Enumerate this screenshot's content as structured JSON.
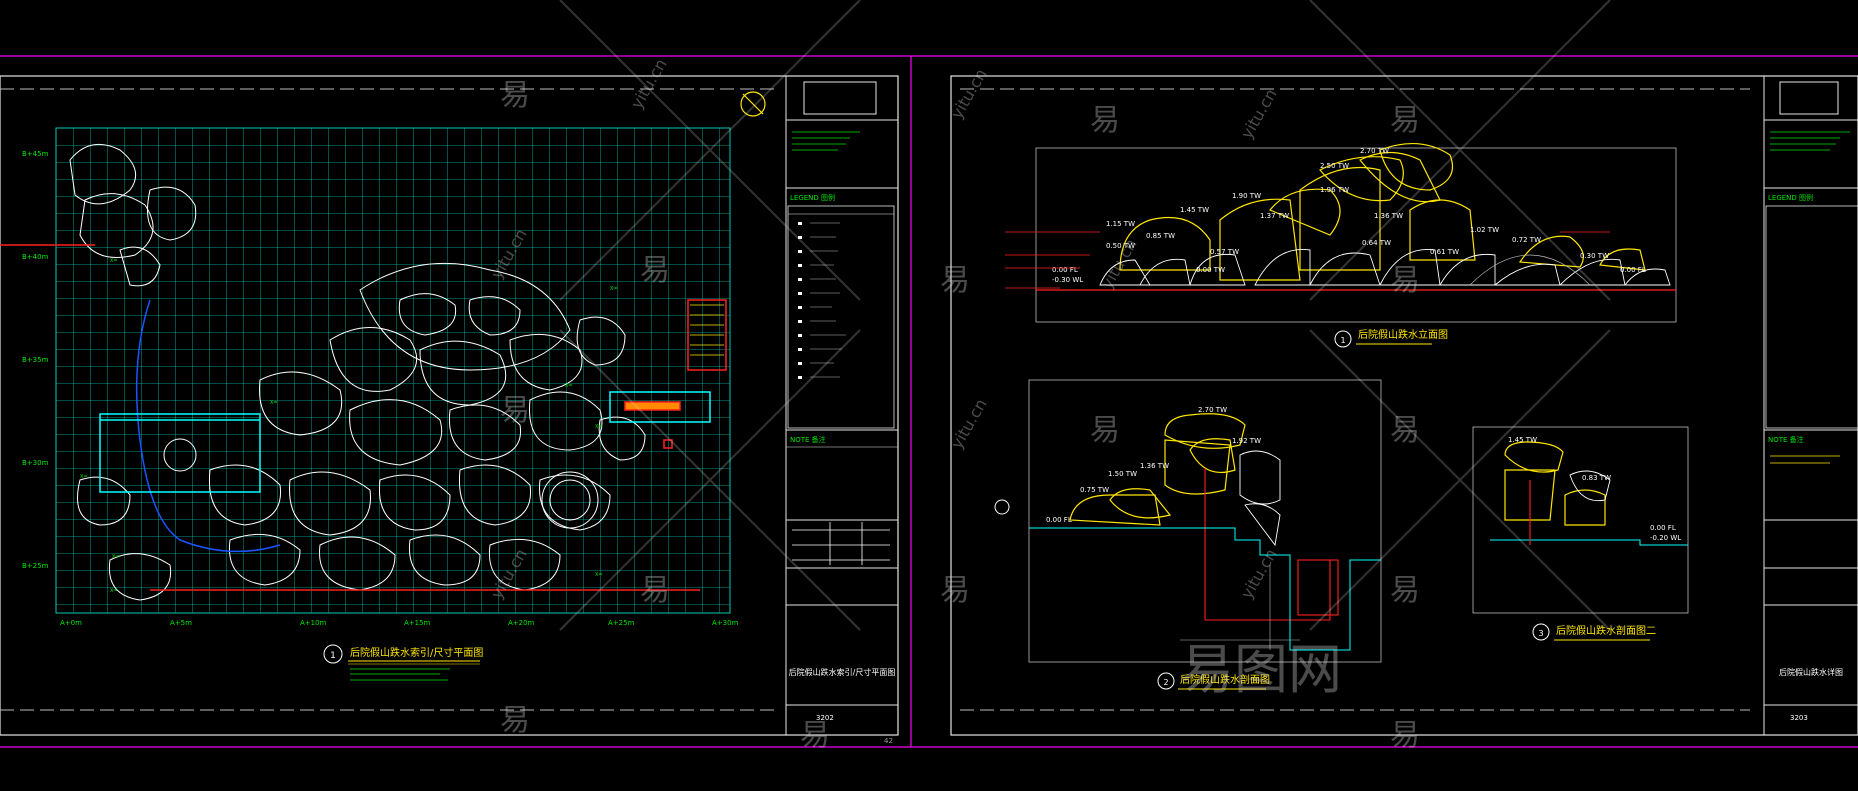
{
  "colors": {
    "background": "#000000",
    "sheet_border": "#c800c8",
    "frame": "#e6e6e6",
    "grid": "#00c8b4",
    "label_green": "#00e600",
    "label_yellow": "#ffe600",
    "rock_outline": "#ffffff",
    "water": "#0050ff",
    "pipe_red": "#ff2020",
    "cyan": "#00ffff"
  },
  "left_sheet": {
    "grid_y_labels": [
      "B+45m",
      "B+40m",
      "B+35m",
      "B+30m",
      "B+25m"
    ],
    "grid_x_labels": [
      "A+0m",
      "A+5m",
      "A+10m",
      "A+15m",
      "A+20m",
      "A+25m",
      "A+30m"
    ],
    "drawing_number": "1",
    "drawing_title": "后院假山跌水索引/尺寸平面图",
    "title_block": {
      "legend_header": "LEGEND 图例",
      "note_header": "NOTE 备注",
      "sheet_title": "后院假山跌水索引/尺寸平面图",
      "sheet_number": "3202"
    },
    "page_number": "42"
  },
  "right_sheet": {
    "elevation": {
      "number": "1",
      "title": "后院假山跌水立面图",
      "levels": [
        "2.70 TW",
        "2.50 TW",
        "1.96 TW",
        "1.90 TW",
        "1.45 TW",
        "1.37 TW",
        "1.36 TW",
        "1.15 TW",
        "1.02 TW",
        "0.85 TW",
        "0.72 TW",
        "0.64 TW",
        "0.61 TW",
        "0.57 TW",
        "0.50 TW",
        "0.30 TW",
        "0.00 TW",
        "0.00 FL",
        "0.00 FL",
        "-0.30 WL"
      ]
    },
    "section_a": {
      "number": "2",
      "title": "后院假山跌水剖面图",
      "levels": [
        "2.70 TW",
        "1.92 TW",
        "1.50 TW",
        "1.36 TW",
        "0.75 TW",
        "0.00 FL"
      ]
    },
    "section_b": {
      "number": "3",
      "title": "后院假山跌水剖面图二",
      "levels": [
        "1.45 TW",
        "0.83 TW",
        "0.00 FL",
        "-0.20 WL"
      ]
    },
    "title_block": {
      "legend_header": "LEGEND 图例",
      "note_header": "NOTE 备注",
      "sheet_title": "后院假山跌水详图",
      "sheet_number": "3203"
    }
  },
  "watermarks": {
    "glyph": "易",
    "latin": "yitu.cn",
    "brand": "易图网"
  }
}
